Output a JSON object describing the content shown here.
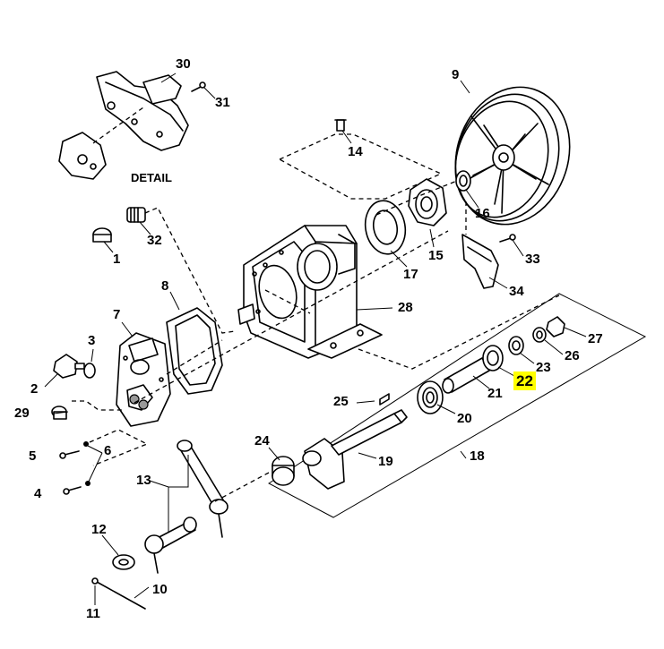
{
  "detail_label": "DETAIL",
  "callouts": [
    {
      "id": "p30",
      "text": "30"
    },
    {
      "id": "p31",
      "text": "31"
    },
    {
      "id": "p9",
      "text": "9"
    },
    {
      "id": "p14",
      "text": "14"
    },
    {
      "id": "p16",
      "text": "16"
    },
    {
      "id": "p32",
      "text": "32"
    },
    {
      "id": "p1",
      "text": "1"
    },
    {
      "id": "p33",
      "text": "33"
    },
    {
      "id": "p17",
      "text": "17"
    },
    {
      "id": "p15",
      "text": "15"
    },
    {
      "id": "p34",
      "text": "34"
    },
    {
      "id": "p8",
      "text": "8"
    },
    {
      "id": "p28",
      "text": "28"
    },
    {
      "id": "p7",
      "text": "7"
    },
    {
      "id": "p3",
      "text": "3"
    },
    {
      "id": "p27",
      "text": "27"
    },
    {
      "id": "p26",
      "text": "26"
    },
    {
      "id": "p23",
      "text": "23"
    },
    {
      "id": "p22",
      "text": "22"
    },
    {
      "id": "p2",
      "text": "2"
    },
    {
      "id": "p21",
      "text": "21"
    },
    {
      "id": "p25",
      "text": "25"
    },
    {
      "id": "p29",
      "text": "29"
    },
    {
      "id": "p20",
      "text": "20"
    },
    {
      "id": "p24",
      "text": "24"
    },
    {
      "id": "p6",
      "text": "6"
    },
    {
      "id": "p5",
      "text": "5"
    },
    {
      "id": "p18",
      "text": "18"
    },
    {
      "id": "p19",
      "text": "19"
    },
    {
      "id": "p13",
      "text": "13"
    },
    {
      "id": "p4",
      "text": "4"
    },
    {
      "id": "p12",
      "text": "12"
    },
    {
      "id": "p10",
      "text": "10"
    },
    {
      "id": "p11",
      "text": "11"
    }
  ],
  "highlight": {
    "part": "22",
    "color": "#ffff00"
  }
}
